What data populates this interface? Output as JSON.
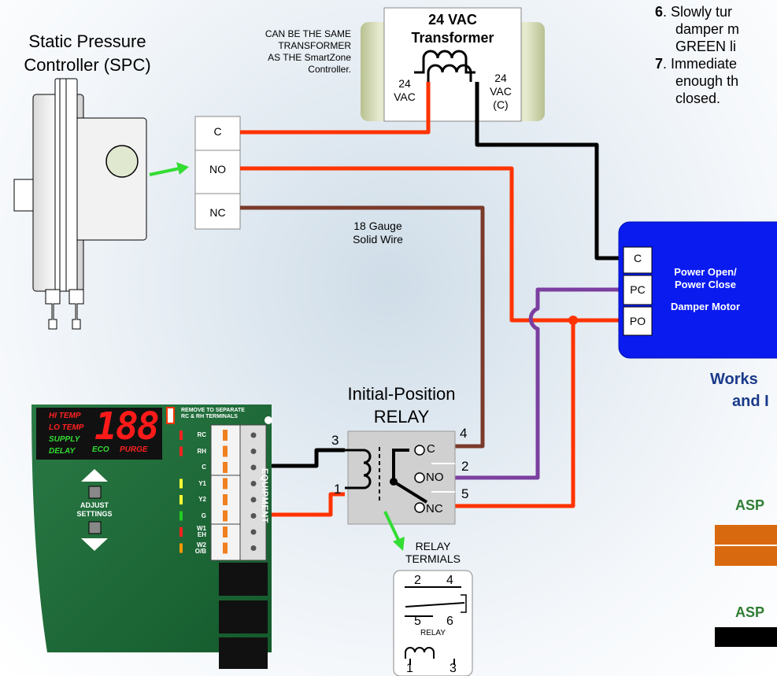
{
  "spc": {
    "title_line1": "Static Pressure",
    "title_line2": "Controller (SPC)"
  },
  "spc_terminals": [
    "C",
    "NO",
    "NC"
  ],
  "transformer": {
    "note_line1": "CAN BE THE SAME",
    "note_line2": "TRANSFORMER",
    "note_line3": "AS THE SmartZone",
    "note_line4": "Controller.",
    "title_line1": "24 VAC",
    "title_line2": "Transformer",
    "left_label_line1": "24",
    "left_label_line2": "VAC",
    "right_label_line1": "24",
    "right_label_line2": "VAC",
    "right_label_line3": "(C)"
  },
  "instructions": {
    "step6_num": "6",
    "step6_line1": ". Slowly tur",
    "step6_line2": "damper m",
    "step6_line3": "GREEN li",
    "step7_num": "7",
    "step7_line1": ". Immediate",
    "step7_line2": "enough th",
    "step7_line3": "closed."
  },
  "wire_label": {
    "line1": "18 Gauge",
    "line2": "Solid Wire"
  },
  "damper_motor": {
    "terminals": [
      "C",
      "PC",
      "PO"
    ],
    "line1": "Power Open/",
    "line2": "Power Close",
    "line3": "Damper Motor"
  },
  "works_with": {
    "line1": "Works",
    "line2": "and I"
  },
  "asp_labels": [
    "ASP",
    "ASP"
  ],
  "relay": {
    "title_line1": "Initial-Position",
    "title_line2": "RELAY",
    "terminal_c": "C",
    "terminal_no": "NO",
    "terminal_nc": "NC",
    "pin_3": "3",
    "pin_1": "1",
    "pin_4": "4",
    "pin_2": "2",
    "pin_5": "5"
  },
  "relay_terminals": {
    "title_line1": "RELAY",
    "title_line2": "TERMIALS",
    "n2": "2",
    "n4": "4",
    "n5": "5",
    "n6": "6",
    "label": "RELAY",
    "n1": "1",
    "n3": "3"
  },
  "controller": {
    "hi_temp": "HI TEMP",
    "lo_temp": "LO TEMP",
    "supply": "SUPPLY",
    "delay": "DELAY",
    "eco": "ECO",
    "purge": "PURGE",
    "display_value": "188",
    "adjust_line1": "ADJUST",
    "adjust_line2": "SETTINGS",
    "remove_line1": "REMOVE TO SEPARATE",
    "remove_line2": "RC & RH TERMINALS",
    "terminals": [
      "RC",
      "RH",
      "C",
      "Y1",
      "Y2",
      "G",
      "W1\nEH",
      "W2\nO/B"
    ],
    "equipment_label": "EQUIPMENT"
  },
  "colors": {
    "red_wire": "#ff3300",
    "brown_wire": "#7a3a2a",
    "purple_wire": "#7b3fa0",
    "black_wire": "#000000",
    "green_arrow": "#33dd33",
    "controller_green": "#1f6b3a",
    "damper_blue": "#0a1bf0",
    "asp_orange": "#d9690f",
    "asp_green": "#2e7d32"
  }
}
